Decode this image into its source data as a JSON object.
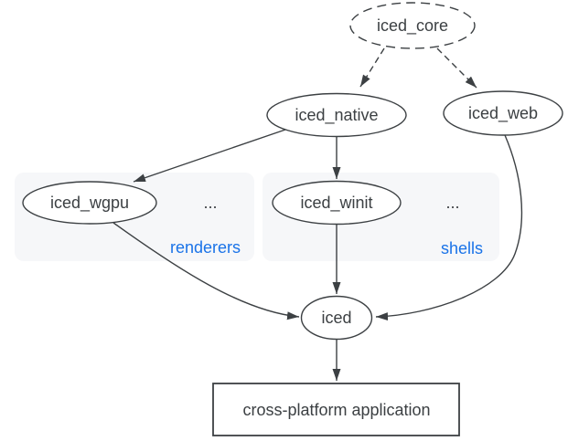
{
  "diagram": {
    "nodes": {
      "iced_core": {
        "label": "iced_core",
        "shape": "ellipse-dashed"
      },
      "iced_native": {
        "label": "iced_native",
        "shape": "ellipse"
      },
      "iced_web": {
        "label": "iced_web",
        "shape": "ellipse"
      },
      "iced_wgpu": {
        "label": "iced_wgpu",
        "shape": "ellipse"
      },
      "iced_winit": {
        "label": "iced_winit",
        "shape": "ellipse"
      },
      "iced": {
        "label": "iced",
        "shape": "ellipse"
      },
      "application": {
        "label": "cross-platform application",
        "shape": "rectangle"
      }
    },
    "groups": {
      "renderers": {
        "label": "renderers",
        "ellipsis": "...",
        "members": [
          "iced_wgpu"
        ]
      },
      "shells": {
        "label": "shells",
        "ellipsis": "...",
        "members": [
          "iced_winit"
        ]
      }
    },
    "edges": [
      {
        "from": "iced_core",
        "to": "iced_native",
        "style": "dashed"
      },
      {
        "from": "iced_core",
        "to": "iced_web",
        "style": "dashed"
      },
      {
        "from": "iced_native",
        "to": "iced_wgpu",
        "style": "solid"
      },
      {
        "from": "iced_native",
        "to": "iced_winit",
        "style": "solid"
      },
      {
        "from": "iced_wgpu",
        "to": "iced",
        "style": "solid"
      },
      {
        "from": "iced_winit",
        "to": "iced",
        "style": "solid"
      },
      {
        "from": "iced_web",
        "to": "iced",
        "style": "solid"
      },
      {
        "from": "iced",
        "to": "application",
        "style": "solid"
      }
    ],
    "colors": {
      "stroke": "#3c4043",
      "text": "#3c4043",
      "group_fill": "#f6f7f9",
      "group_label": "#1a73e8",
      "node_fill": "#ffffff",
      "background": "#ffffff"
    }
  }
}
